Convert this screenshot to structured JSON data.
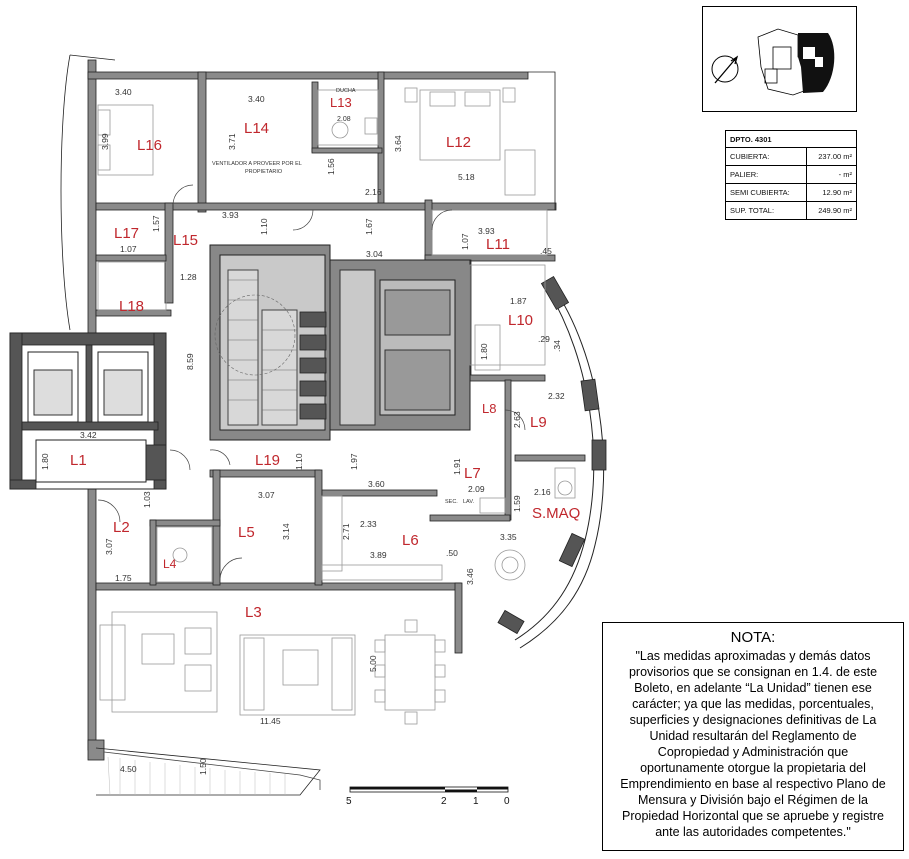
{
  "rooms": {
    "L1": "L1",
    "L2": "L2",
    "L3": "L3",
    "L4": "L4",
    "L5": "L5",
    "L6": "L6",
    "L7": "L7",
    "L8": "L8",
    "L9": "L9",
    "L10": "L10",
    "L11": "L11",
    "L12": "L12",
    "L13": "L13",
    "L14": "L14",
    "L15": "L15",
    "L16": "L16",
    "L17": "L17",
    "L18": "L18",
    "L19": "L19",
    "SMAQ": "S.MAQ"
  },
  "dimensions": {
    "d_340a": "3.40",
    "d_399": "3.99",
    "d_340b": "3.40",
    "d_371": "3.71",
    "d_364": "3.64",
    "d_518": "5.18",
    "d_156": "1.56",
    "d_216a": "2.16",
    "d_393a": "3.93",
    "d_110a": "1.10",
    "d_167": "1.67",
    "d_393b": "3.93",
    "d_107a": "1.07",
    "d_45": ".45",
    "d_304": "3.04",
    "d_107b": "1.07",
    "d_157": "1.57",
    "d_128": "1.28",
    "d_859": "8.59",
    "d_187": "1.87",
    "d_180a": "1.80",
    "d_29": ".29",
    "d_34": ".34",
    "d_342": "3.42",
    "d_180b": "1.80",
    "d_110b": "1.10",
    "d_197": "1.97",
    "d_232": "2.32",
    "d_263": "2.63",
    "d_191": "1.91",
    "d_209": "2.09",
    "d_360": "3.60",
    "d_103": "1.03",
    "d_307a": "3.07",
    "d_307b": "3.07",
    "d_314": "3.14",
    "d_271": "2.71",
    "d_233": "2.33",
    "d_159": "1.59",
    "d_216b": "2.16",
    "d_335": "3.35",
    "d_389": "3.89",
    "d_50": ".50",
    "d_346": "3.46",
    "d_175": "1.75",
    "d_500": "5.00",
    "d_1145": "11.45",
    "d_450": "4.50",
    "d_150": "1.50",
    "d_208": "2.08"
  },
  "annotations": {
    "ventilador_line1": "VENTILADOR A PROVEER POR EL",
    "ventilador_line2": "PROPIETARIO",
    "ducha": "DUCHA",
    "sec": "SEC.",
    "lav": "LAV."
  },
  "scale_bar": {
    "labels": [
      "5",
      "2",
      "1",
      "0"
    ]
  },
  "info_table": {
    "dpto_label": "DPTO.",
    "dpto_value": "4301",
    "rows": [
      {
        "label": "CUBIERTA:",
        "value": "237.00 m²"
      },
      {
        "label": "PALIER:",
        "value": "- m²"
      },
      {
        "label": "SEMI CUBIERTA:",
        "value": "12.90 m²"
      },
      {
        "label": "SUP. TOTAL:",
        "value": "249.90 m²"
      }
    ]
  },
  "nota": {
    "title": "NOTA:",
    "lines": [
      "\"Las medidas aproximadas y demás datos",
      "provisorios que se consignan en 1.4. de este",
      "Boleto, en adelante “La Unidad” tienen ese",
      "carácter; ya que las medidas, porcentuales,",
      "superficies y designaciones definitivas de La",
      "Unidad resultarán del Reglamento de",
      "Copropiedad y Administración que",
      "oportunamente otorgue la propietaria del",
      "Emprendimiento en base al respectivo Plano de",
      "Mensura y División bajo el Régimen de la",
      "Propiedad Horizontal que se apruebe y registre",
      "ante las autoridades competentes.\""
    ]
  },
  "colors": {
    "room_label": "#c0272d",
    "wall": "#8a8a8a",
    "core": "#c9c9c9",
    "key_plan_unit": "#111111"
  }
}
